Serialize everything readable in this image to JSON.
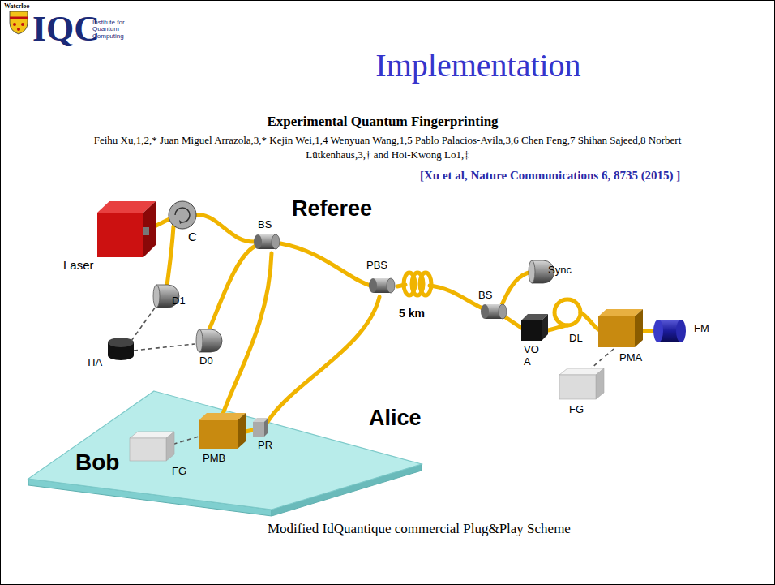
{
  "diagram": {
    "title": "Implementation",
    "caption": "Modified IdQuantique commercial Plug&Play Scheme",
    "labels": [
      "Waterloo",
      "IQC",
      "Institute for Quantum Computing",
      "Experimental Quantum Fingerprinting",
      "Feihu Xu,1,2,* Juan Miguel Arrazola,3,* Kejin Wei,1,4 Wenyuan Wang,1,5 Pablo Palacios-Avila,3,6 Chen Feng,7 Shihan Sajeed,8 Norbert Lütkenhaus,3,† and Hoi-Kwong Lo1,‡",
      "[Xu et al, Nature Communications 6, 8735 (2015) ]",
      "Laser",
      "C",
      "Referee",
      "D1",
      "TIA",
      "BS",
      "D0",
      "PBS",
      "5 km",
      "BS",
      "Sync",
      "VO A",
      "DL",
      "FM",
      "PMA",
      "FG",
      "PMB",
      "PR",
      "Alice",
      "Bob",
      "FG"
    ]
  }
}
